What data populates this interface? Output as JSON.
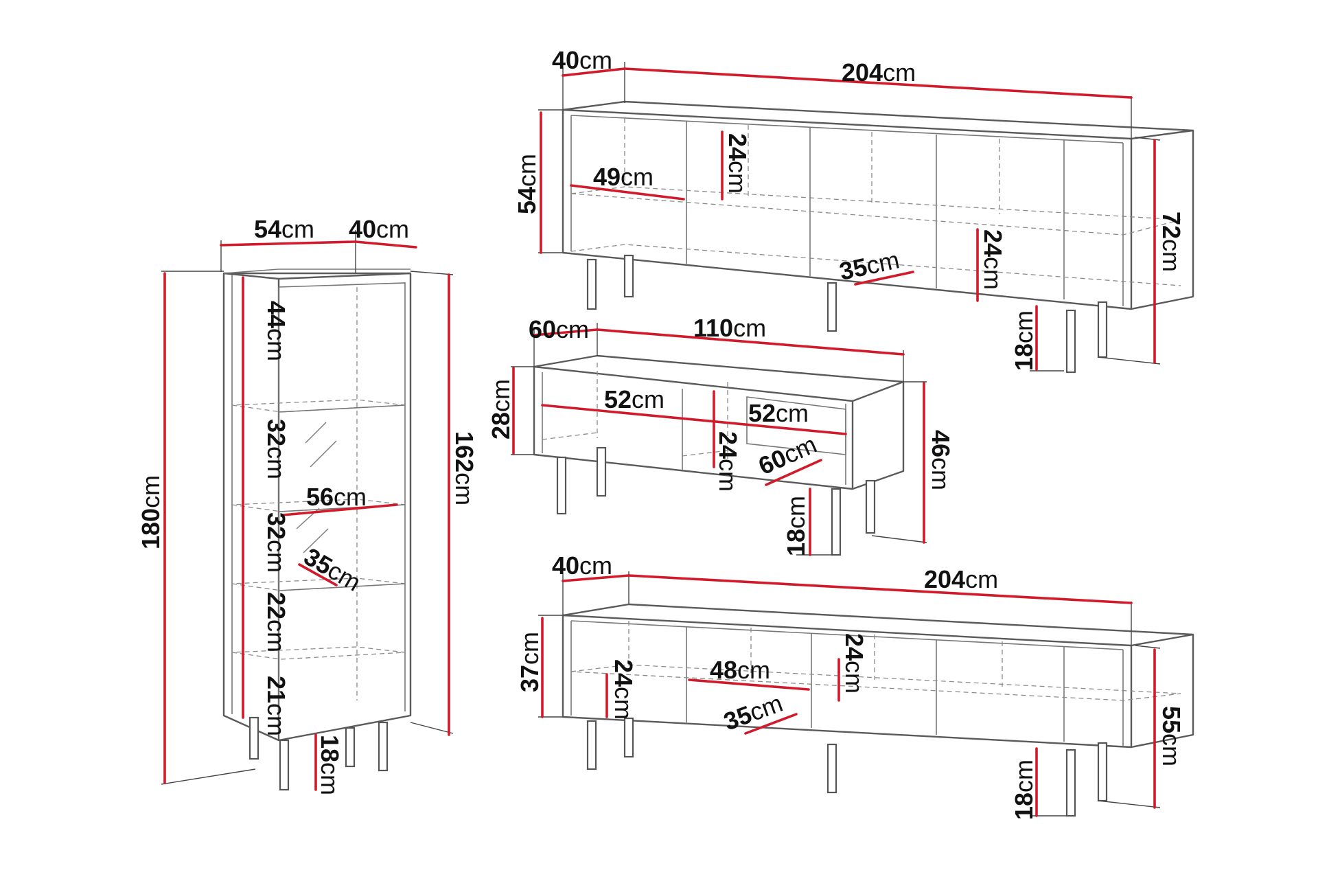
{
  "diagram": {
    "type": "furniture-dimension-drawing",
    "items": [
      {
        "id": "tall-cabinet",
        "dimensions": {
          "width": {
            "value": 54,
            "unit": "cm"
          },
          "depth": {
            "value": 40,
            "unit": "cm"
          },
          "total_height": {
            "value": 180,
            "unit": "cm"
          },
          "body_height": {
            "value": 162,
            "unit": "cm"
          },
          "compartment_1": {
            "value": 44,
            "unit": "cm"
          },
          "compartment_2": {
            "value": 32,
            "unit": "cm"
          },
          "compartment_3": {
            "value": 32,
            "unit": "cm"
          },
          "compartment_4": {
            "value": 22,
            "unit": "cm"
          },
          "compartment_5": {
            "value": 21,
            "unit": "cm"
          },
          "inner_width": {
            "value": 56,
            "unit": "cm"
          },
          "inner_depth": {
            "value": 35,
            "unit": "cm"
          },
          "leg_height": {
            "value": 18,
            "unit": "cm"
          }
        }
      },
      {
        "id": "sideboard-top",
        "dimensions": {
          "depth": {
            "value": 40,
            "unit": "cm"
          },
          "width": {
            "value": 204,
            "unit": "cm"
          },
          "body_height": {
            "value": 54,
            "unit": "cm"
          },
          "total_height": {
            "value": 72,
            "unit": "cm"
          },
          "compartment_width": {
            "value": 49,
            "unit": "cm"
          },
          "shelf_gap_upper": {
            "value": 24,
            "unit": "cm"
          },
          "shelf_gap_lower": {
            "value": 24,
            "unit": "cm"
          },
          "inner_depth": {
            "value": 35,
            "unit": "cm"
          },
          "leg_height": {
            "value": 18,
            "unit": "cm"
          }
        }
      },
      {
        "id": "tv-bench",
        "dimensions": {
          "depth": {
            "value": 60,
            "unit": "cm"
          },
          "width": {
            "value": 110,
            "unit": "cm"
          },
          "body_height": {
            "value": 28,
            "unit": "cm"
          },
          "total_height": {
            "value": 46,
            "unit": "cm"
          },
          "compartment_left": {
            "value": 52,
            "unit": "cm"
          },
          "compartment_right": {
            "value": 52,
            "unit": "cm"
          },
          "compartment_height": {
            "value": 24,
            "unit": "cm"
          },
          "inner_depth": {
            "value": 60,
            "unit": "cm"
          },
          "leg_height": {
            "value": 18,
            "unit": "cm"
          }
        }
      },
      {
        "id": "sideboard-low",
        "dimensions": {
          "depth": {
            "value": 40,
            "unit": "cm"
          },
          "width": {
            "value": 204,
            "unit": "cm"
          },
          "body_height": {
            "value": 37,
            "unit": "cm"
          },
          "total_height": {
            "value": 55,
            "unit": "cm"
          },
          "compartment_width": {
            "value": 48,
            "unit": "cm"
          },
          "shelf_gap_left": {
            "value": 24,
            "unit": "cm"
          },
          "shelf_gap_right": {
            "value": 24,
            "unit": "cm"
          },
          "inner_depth": {
            "value": 35,
            "unit": "cm"
          },
          "leg_height": {
            "value": 18,
            "unit": "cm"
          }
        }
      }
    ],
    "labels": {
      "tall_width": {
        "num": "54",
        "unit": "cm"
      },
      "tall_depth": {
        "num": "40",
        "unit": "cm"
      },
      "tall_total_h": {
        "num": "180",
        "unit": "cm"
      },
      "tall_body_h": {
        "num": "162",
        "unit": "cm"
      },
      "tall_c1": {
        "num": "44",
        "unit": "cm"
      },
      "tall_c2": {
        "num": "32",
        "unit": "cm"
      },
      "tall_c3": {
        "num": "32",
        "unit": "cm"
      },
      "tall_c4": {
        "num": "22",
        "unit": "cm"
      },
      "tall_c5": {
        "num": "21",
        "unit": "cm"
      },
      "tall_inner_w": {
        "num": "56",
        "unit": "cm"
      },
      "tall_inner_d": {
        "num": "35",
        "unit": "cm"
      },
      "tall_leg": {
        "num": "18",
        "unit": "cm"
      },
      "sb1_depth": {
        "num": "40",
        "unit": "cm"
      },
      "sb1_width": {
        "num": "204",
        "unit": "cm"
      },
      "sb1_body_h": {
        "num": "54",
        "unit": "cm"
      },
      "sb1_total_h": {
        "num": "72",
        "unit": "cm"
      },
      "sb1_comp_w": {
        "num": "49",
        "unit": "cm"
      },
      "sb1_gap_u": {
        "num": "24",
        "unit": "cm"
      },
      "sb1_gap_l": {
        "num": "24",
        "unit": "cm"
      },
      "sb1_inner_d": {
        "num": "35",
        "unit": "cm"
      },
      "sb1_leg": {
        "num": "18",
        "unit": "cm"
      },
      "tv_depth": {
        "num": "60",
        "unit": "cm"
      },
      "tv_width": {
        "num": "110",
        "unit": "cm"
      },
      "tv_body_h": {
        "num": "28",
        "unit": "cm"
      },
      "tv_total_h": {
        "num": "46",
        "unit": "cm"
      },
      "tv_comp_l": {
        "num": "52",
        "unit": "cm"
      },
      "tv_comp_r": {
        "num": "52",
        "unit": "cm"
      },
      "tv_comp_h": {
        "num": "24",
        "unit": "cm"
      },
      "tv_inner_d": {
        "num": "60",
        "unit": "cm"
      },
      "tv_leg": {
        "num": "18",
        "unit": "cm"
      },
      "sb2_depth": {
        "num": "40",
        "unit": "cm"
      },
      "sb2_width": {
        "num": "204",
        "unit": "cm"
      },
      "sb2_body_h": {
        "num": "37",
        "unit": "cm"
      },
      "sb2_total_h": {
        "num": "55",
        "unit": "cm"
      },
      "sb2_comp_w": {
        "num": "48",
        "unit": "cm"
      },
      "sb2_gap_l": {
        "num": "24",
        "unit": "cm"
      },
      "sb2_gap_r": {
        "num": "24",
        "unit": "cm"
      },
      "sb2_inner_d": {
        "num": "35",
        "unit": "cm"
      },
      "sb2_leg": {
        "num": "18",
        "unit": "cm"
      }
    }
  }
}
